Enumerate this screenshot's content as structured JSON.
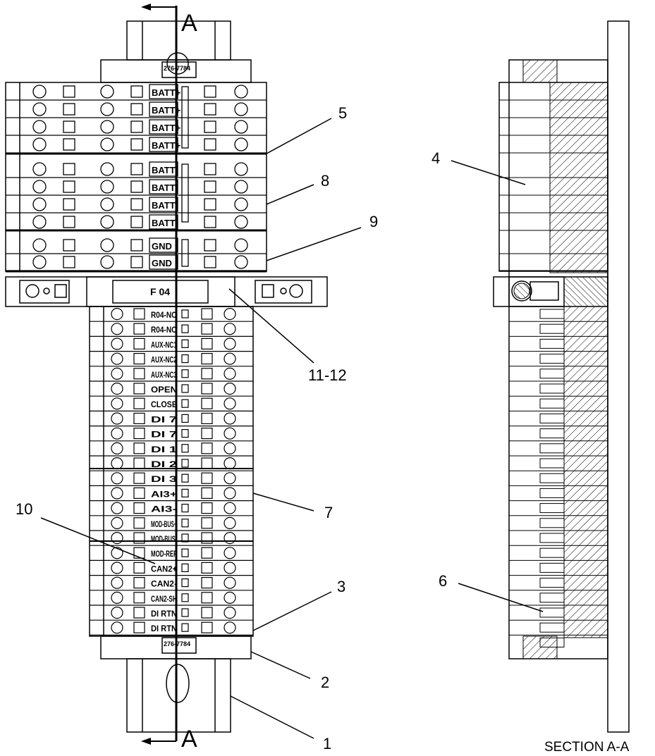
{
  "callouts": {
    "c1": "1",
    "c2": "2",
    "c3": "3",
    "c4": "4",
    "c5": "5",
    "c6": "6",
    "c7": "7",
    "c8": "8",
    "c9": "9",
    "c10": "10",
    "c11_12": "11-12"
  },
  "section_marks": {
    "top": "A",
    "bottom": "A"
  },
  "section_title": "SECTION A-A",
  "part_number_top": "276-7784",
  "part_number_bottom": "276-7784",
  "fuse_label": "F 04",
  "upper_terminals": [
    "BATT+",
    "BATT+",
    "BATT+",
    "BATT+",
    "BATT-",
    "BATT-",
    "BATT-",
    "BATT-",
    "GND",
    "GND"
  ],
  "lower_terminals": [
    "R04-NO",
    "R04-NO",
    "AUX-NC1",
    "AUX-NC2",
    "AUX-NC3",
    "OPEN",
    "CLOSE",
    "DI 7",
    "DI 7",
    "DI 1",
    "DI 2",
    "DI 3",
    "AI3+",
    "AI3-",
    "MOD-BUS+",
    "MOD-BUS-",
    "MOD-REF",
    "CAN2+",
    "CAN2-",
    "CAN2-SH",
    "DI RTN",
    "DI RTN"
  ],
  "colors": {
    "line": "#000000",
    "background": "#ffffff"
  }
}
